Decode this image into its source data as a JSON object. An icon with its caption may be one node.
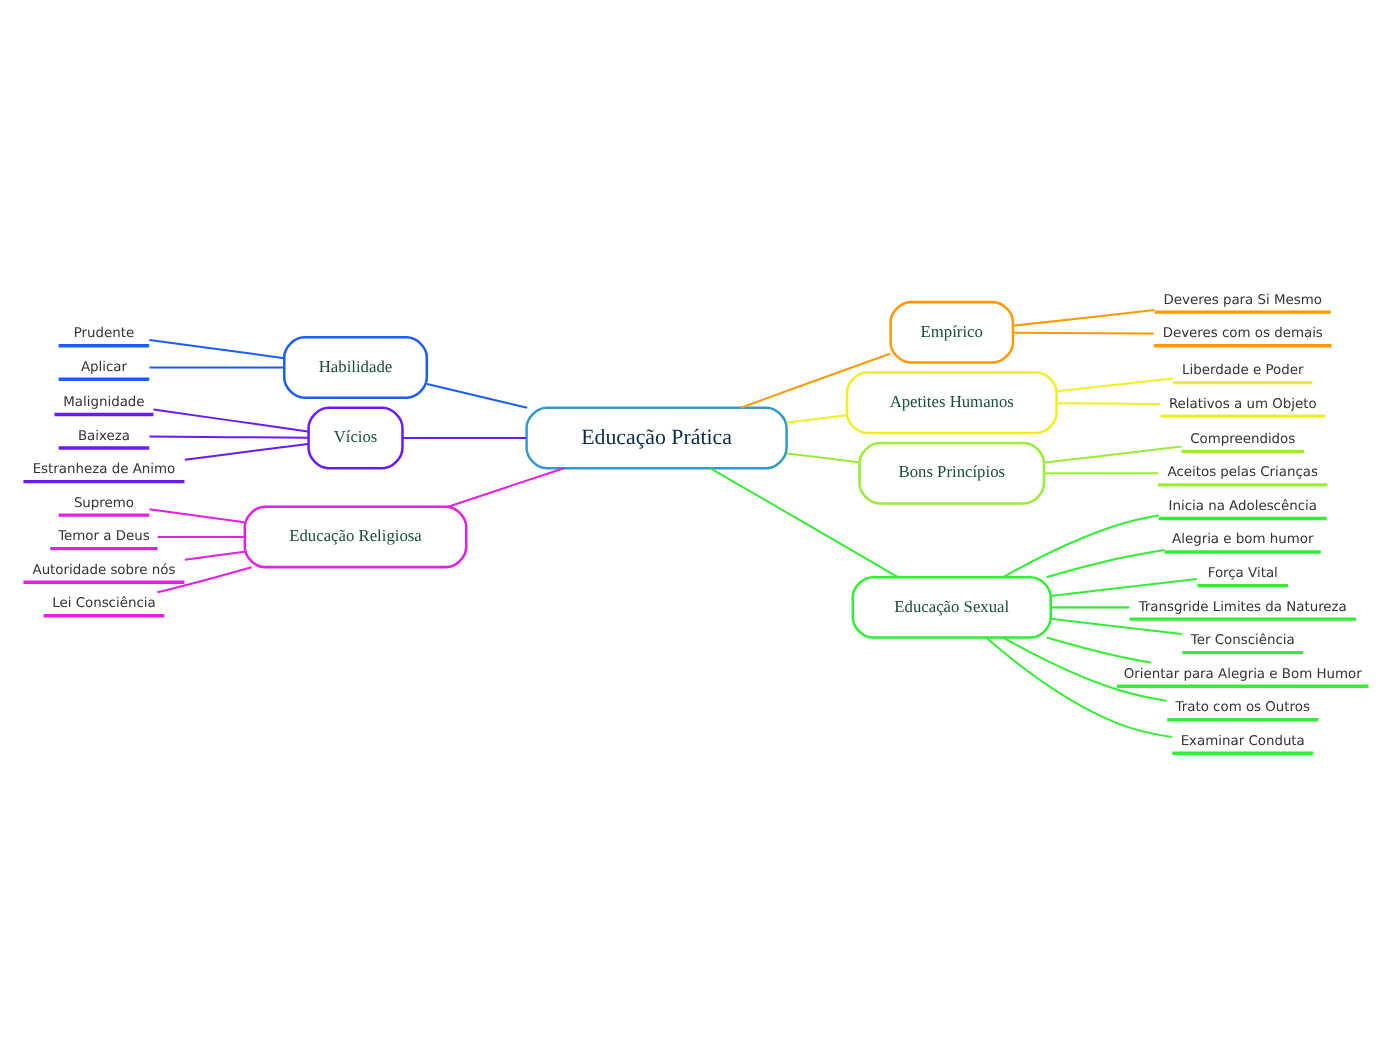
{
  "diagram": {
    "nodes": [
      {
        "text": [
          "Educação Prática"
        ]
      },
      {
        "text": [
          "Habilidade"
        ]
      },
      {
        "text": [
          "Prudente"
        ]
      },
      {
        "text": [
          "Aplicar"
        ]
      },
      {
        "text": [
          "Vícios"
        ]
      },
      {
        "text": [
          "Malignidade"
        ]
      },
      {
        "text": [
          "Baixeza"
        ]
      },
      {
        "text": [
          "Estranheza de Animo"
        ]
      },
      {
        "text": [
          "Educação Religiosa"
        ]
      },
      {
        "text": [
          "Supremo"
        ]
      },
      {
        "text": [
          "Temor a Deus"
        ]
      },
      {
        "text": [
          "Autoridade sobre nós"
        ]
      },
      {
        "text": [
          "Lei Consciência"
        ]
      },
      {
        "text": [
          "Empírico"
        ]
      },
      {
        "text": [
          "Deveres para Si Mesmo"
        ]
      },
      {
        "text": [
          "Deveres com os demais"
        ]
      },
      {
        "text": [
          "Apetites Humanos"
        ]
      },
      {
        "text": [
          "Liberdade e Poder"
        ]
      },
      {
        "text": [
          "Relativos a um Objeto"
        ]
      },
      {
        "text": [
          "Bons Princípios"
        ]
      },
      {
        "text": [
          "Compreendidos"
        ]
      },
      {
        "text": [
          "Aceitos pelas Crianças"
        ]
      },
      {
        "text": [
          "Educação Sexual"
        ]
      },
      {
        "text": [
          "Inicia na Adolescência"
        ]
      },
      {
        "text": [
          "Alegria e bom humor"
        ]
      },
      {
        "text": [
          "Força Vital"
        ]
      },
      {
        "text": [
          "Transgride Limites da Natureza"
        ]
      },
      {
        "text": [
          "Ter Consciência"
        ]
      },
      {
        "text": [
          "Orientar para Alegria e Bom Humor"
        ]
      },
      {
        "text": [
          "Trato com os Outros"
        ]
      },
      {
        "text": [
          "Examinar Conduta"
        ]
      }
    ],
    "edges": [
      {
        "from": 0,
        "to": 1,
        "arrow": "none",
        "color": "#1a5cff"
      },
      {
        "from": 1,
        "to": 2,
        "arrow": "none",
        "color": "#1a5cff"
      },
      {
        "from": 1,
        "to": 3,
        "arrow": "none",
        "color": "#1a5cff"
      },
      {
        "from": 0,
        "to": 4,
        "arrow": "none",
        "color": "#6a1aff"
      },
      {
        "from": 4,
        "to": 5,
        "arrow": "none",
        "color": "#6a1aff"
      },
      {
        "from": 4,
        "to": 6,
        "arrow": "none",
        "color": "#6a1aff"
      },
      {
        "from": 4,
        "to": 7,
        "arrow": "none",
        "color": "#6a1aff"
      },
      {
        "from": 0,
        "to": 8,
        "arrow": "none",
        "color": "#e61ee6"
      },
      {
        "from": 8,
        "to": 9,
        "arrow": "none",
        "color": "#e61ee6"
      },
      {
        "from": 8,
        "to": 10,
        "arrow": "none",
        "color": "#e61ee6"
      },
      {
        "from": 8,
        "to": 11,
        "arrow": "none",
        "color": "#e61ee6"
      },
      {
        "from": 8,
        "to": 12,
        "arrow": "none",
        "color": "#e61ee6"
      },
      {
        "from": 0,
        "to": 13,
        "arrow": "none",
        "color": "#ff9900"
      },
      {
        "from": 13,
        "to": 14,
        "arrow": "none",
        "color": "#ff9900"
      },
      {
        "from": 13,
        "to": 15,
        "arrow": "none",
        "color": "#ff9900"
      },
      {
        "from": 0,
        "to": 16,
        "arrow": "none",
        "color": "#f0f020"
      },
      {
        "from": 16,
        "to": 17,
        "arrow": "none",
        "color": "#f0f020"
      },
      {
        "from": 16,
        "to": 18,
        "arrow": "none",
        "color": "#f0f020"
      },
      {
        "from": 0,
        "to": 19,
        "arrow": "none",
        "color": "#99ee33"
      },
      {
        "from": 19,
        "to": 20,
        "arrow": "none",
        "color": "#99ee33"
      },
      {
        "from": 19,
        "to": 21,
        "arrow": "none",
        "color": "#99ee33"
      },
      {
        "from": 0,
        "to": 22,
        "arrow": "none"
      },
      {
        "from": 22,
        "to": 23,
        "arrow": "none"
      },
      {
        "from": 22,
        "to": 24,
        "arrow": "none"
      },
      {
        "from": 22,
        "to": 25,
        "arrow": "none"
      },
      {
        "from": 22,
        "to": 26,
        "arrow": "none"
      },
      {
        "from": 22,
        "to": 27,
        "arrow": "none"
      },
      {
        "from": 22,
        "to": 28,
        "arrow": "none"
      },
      {
        "from": 22,
        "to": 29,
        "arrow": "none"
      },
      {
        "from": 22,
        "to": 30,
        "arrow": "none"
      }
    ]
  }
}
